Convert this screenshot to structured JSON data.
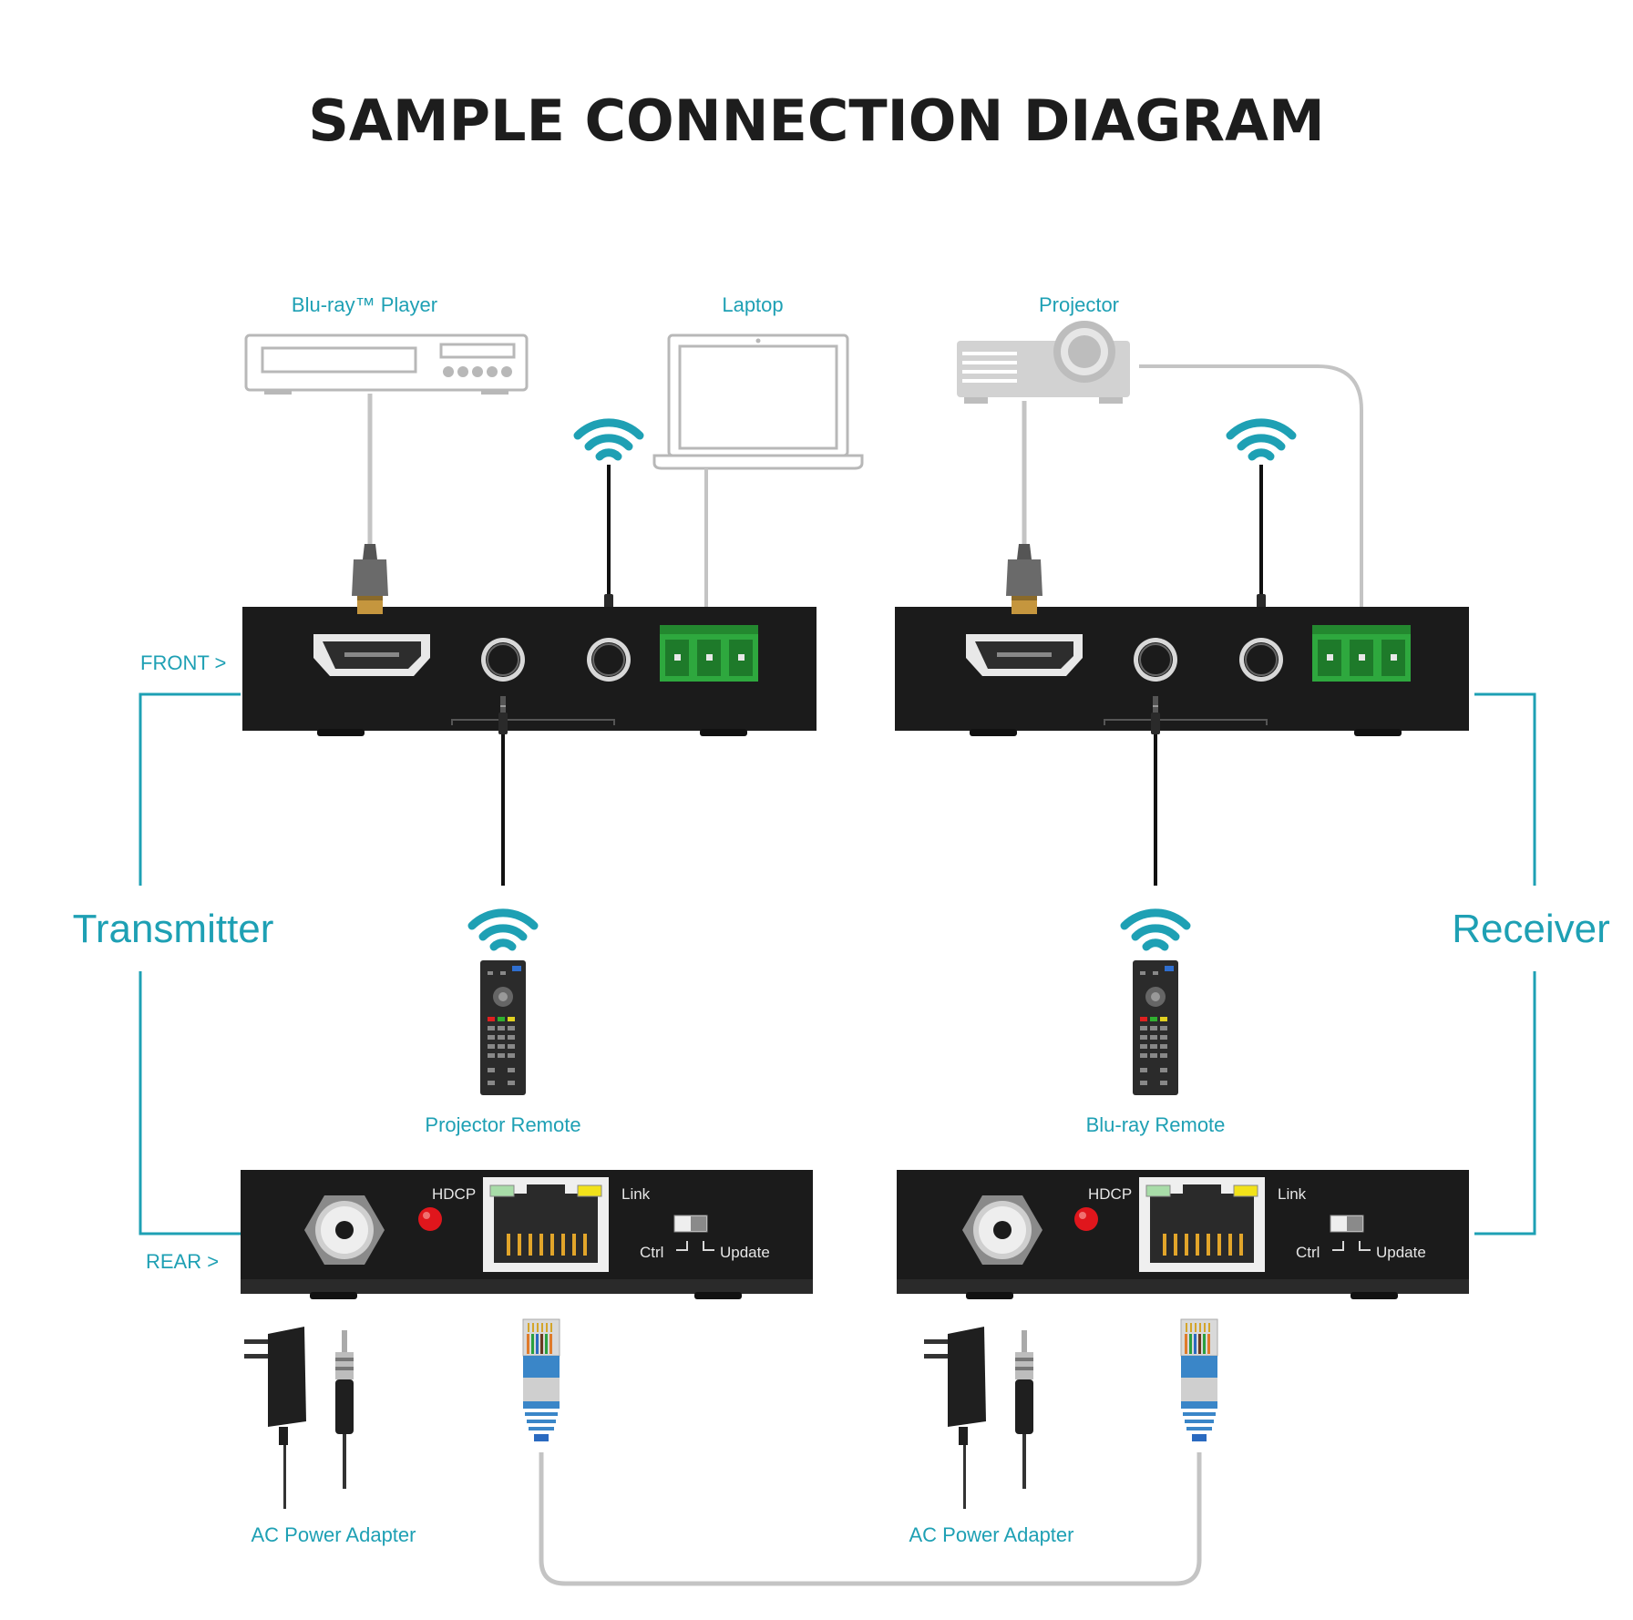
{
  "title": "SAMPLE CONNECTION DIAGRAM",
  "devices": {
    "bluray": "Blu-ray™ Player",
    "laptop": "Laptop",
    "projector": "Projector"
  },
  "sides": {
    "transmitter": "Transmitter",
    "receiver": "Receiver",
    "front": "FRONT >",
    "rear": "REAR >"
  },
  "remotes": {
    "projector_remote": "Projector Remote",
    "bluray_remote": "Blu-ray Remote"
  },
  "rear_panel": {
    "hdcp": "HDCP",
    "link": "Link",
    "ctrl": "Ctrl",
    "update": "Update"
  },
  "power": {
    "tx": "AC Power Adapter",
    "rx": "AC Power Adapter"
  },
  "colors": {
    "accent": "#1ea0b4",
    "device_gray": "#b8b8b8",
    "unit_black": "#1b1b1b",
    "terminal_green": "#2ea83e",
    "led_red": "#e0161c",
    "cable_blue": "#2a7fc0"
  }
}
